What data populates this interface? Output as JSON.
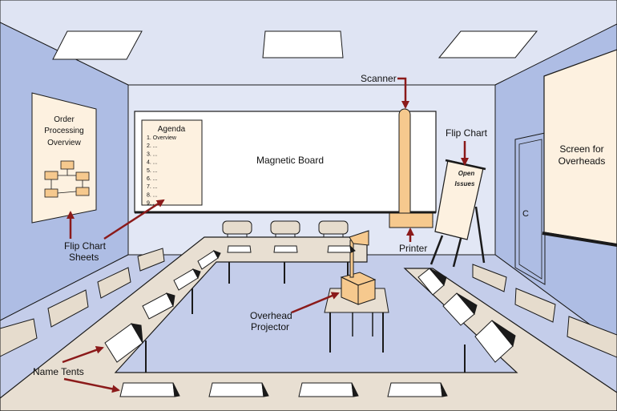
{
  "labels": {
    "scanner": "Scanner",
    "flip_chart": "Flip Chart",
    "printer": "Printer",
    "magnetic_board": "Magnetic Board",
    "screen_line1": "Screen for",
    "screen_line2": "Overheads",
    "flip_chart_sheets_line1": "Flip Chart",
    "flip_chart_sheets_line2": "Sheets",
    "overhead_projector_line1": "Overhead",
    "overhead_projector_line2": "Projector",
    "name_tents": "Name Tents",
    "door_letter": "C"
  },
  "left_sheet": {
    "line1": "Order",
    "line2": "Processing",
    "line3": "Overview"
  },
  "agenda_sheet": {
    "title": "Agenda",
    "items": [
      "1. Overview",
      "2. ...",
      "3. ...",
      "4. ...",
      "5. ...",
      "6. ...",
      "7. ...",
      "8. ...",
      "9. ..."
    ]
  },
  "flip_chart_pad": {
    "line1": "Open",
    "line2": "Issues"
  },
  "colors": {
    "ceiling": "#dfe4f3",
    "wall_back": "#e2e7f5",
    "wall_side": "#aebde4",
    "floor": "#c4cdea",
    "table": "#e8dfd2",
    "chair": "#e6dccd",
    "paper": "#fdf1e0",
    "tan": "#f6c98e",
    "arrow": "#8b1a1a",
    "outline": "#1a1a1a"
  }
}
